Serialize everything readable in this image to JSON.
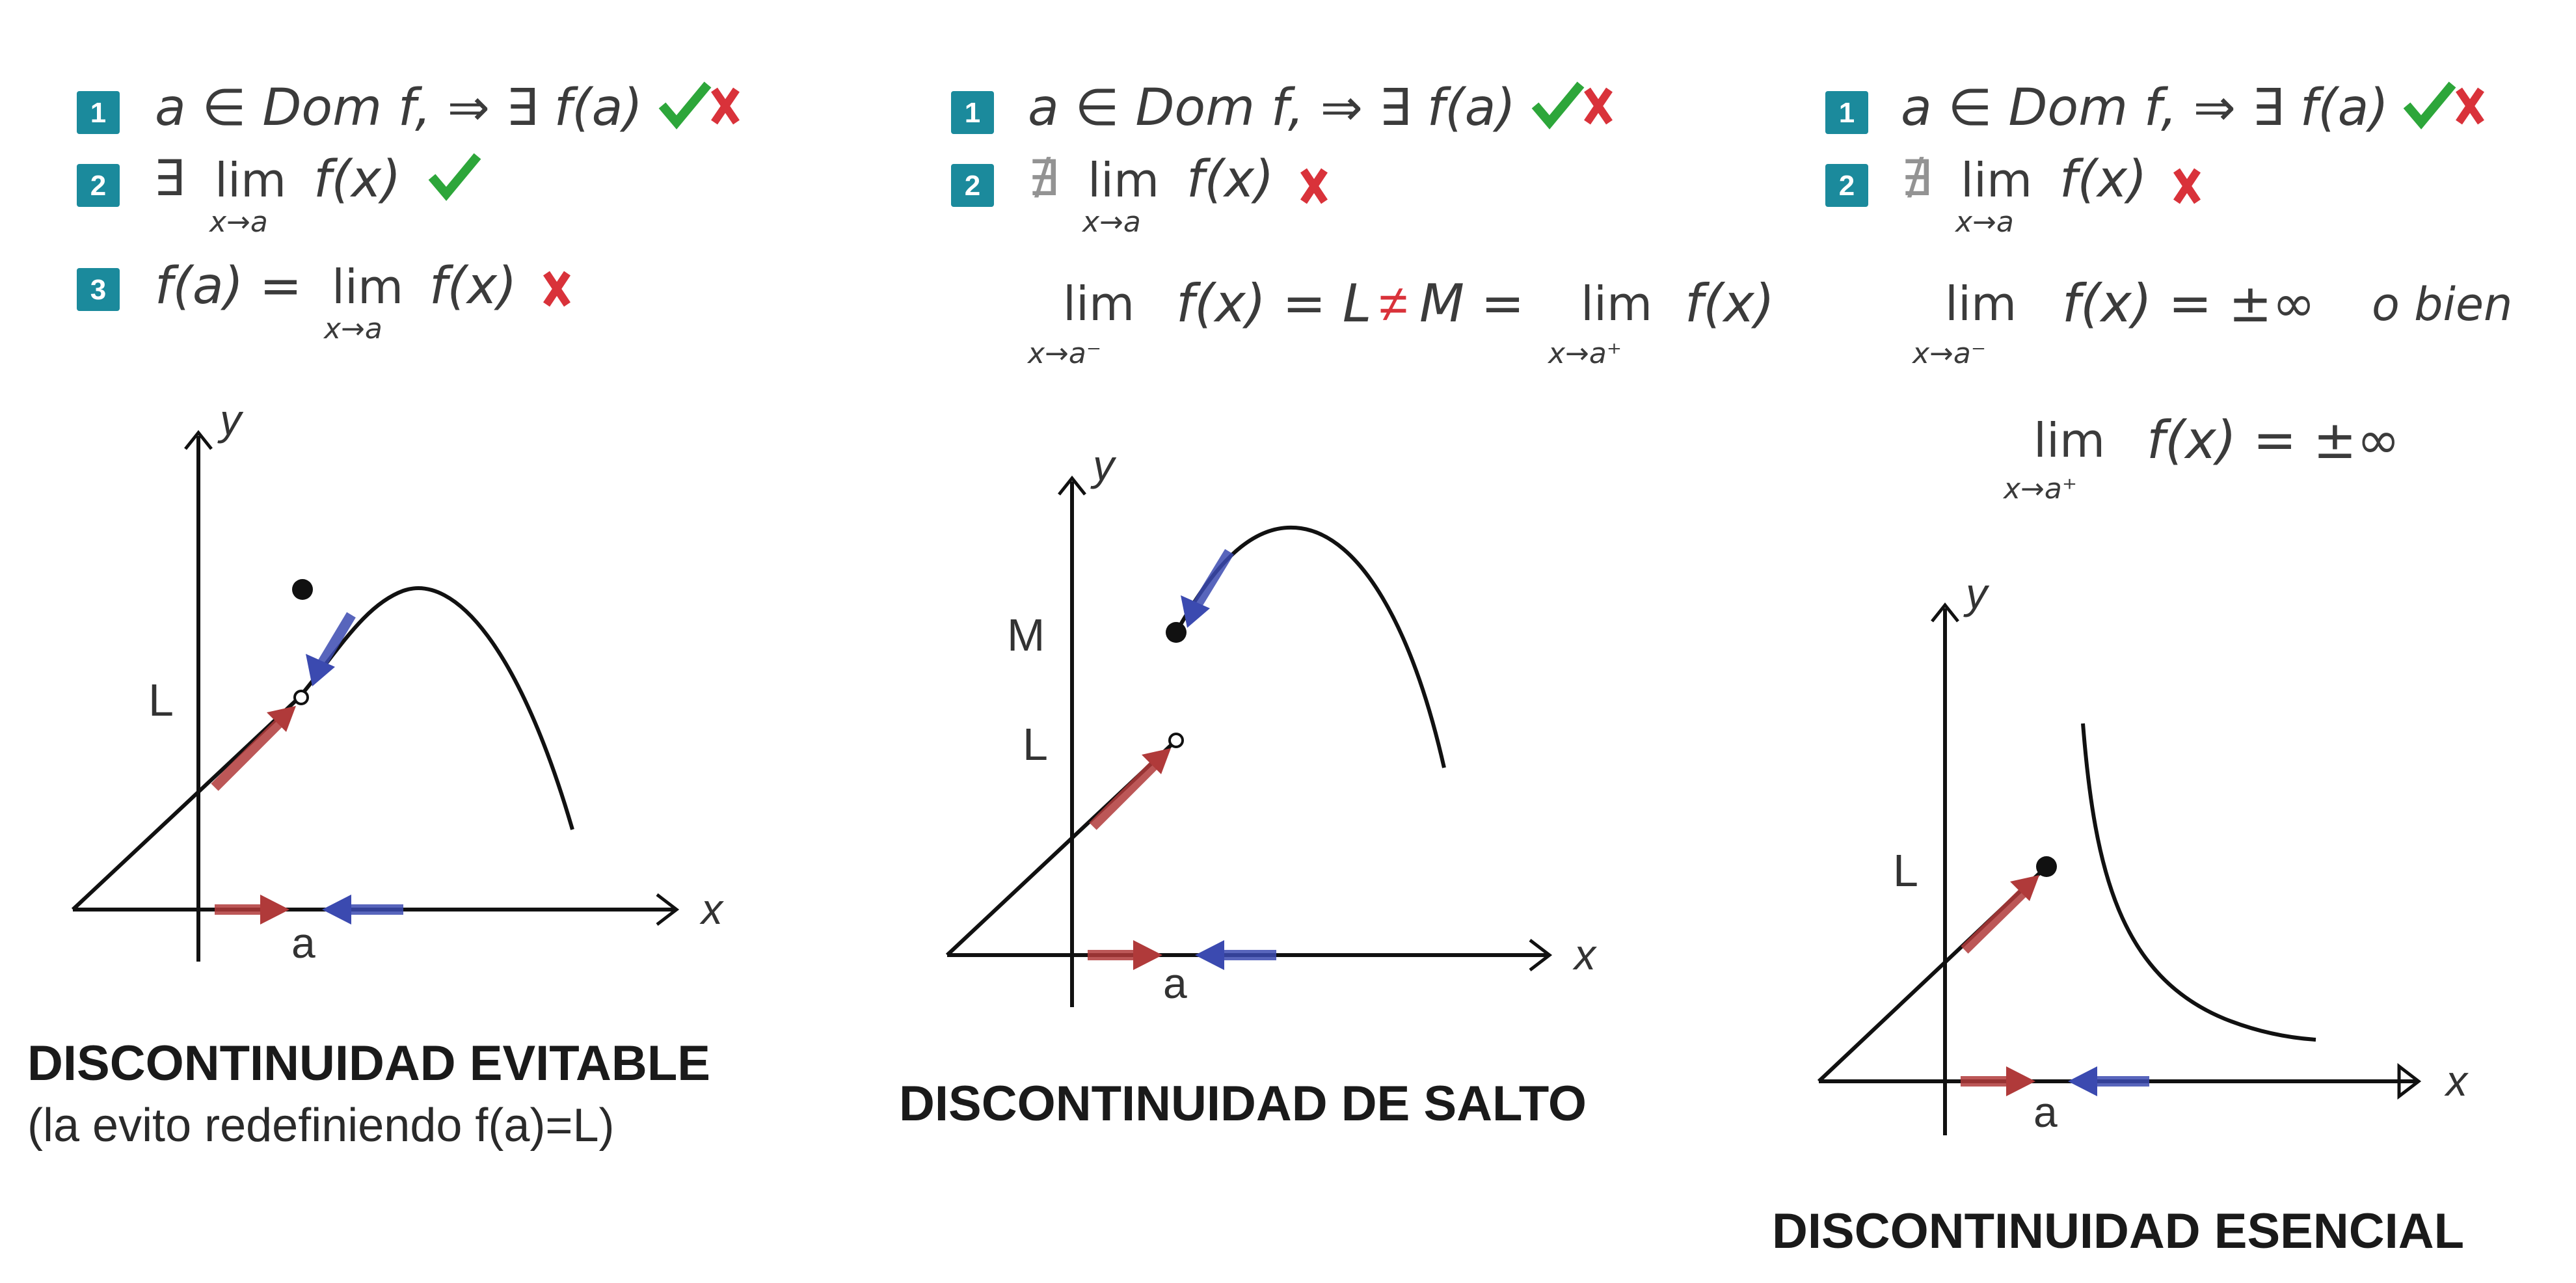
{
  "colors": {
    "badge": "#1b8a9c",
    "check": "#2da63a",
    "cross": "#d9323a",
    "arrow_left_side": "#b03a3a",
    "arrow_right_side": "#3b4ab0",
    "curve": "#111111"
  },
  "panels": [
    {
      "conditions": [
        {
          "badge": "1",
          "text": "a ∈ Dom f, ⇒ ∃ f(a)",
          "marks": [
            "check",
            "cross"
          ]
        },
        {
          "badge": "2",
          "prefix": "∃",
          "lim": "lim",
          "sub": "x→a",
          "expr": "f(x)",
          "marks": [
            "check"
          ]
        },
        {
          "badge": "3",
          "prefix": "f(a) =",
          "lim": "lim",
          "sub": "x→a",
          "expr": "f(x)",
          "marks": [
            "cross"
          ]
        }
      ],
      "graph": {
        "y": "y",
        "x": "x",
        "a": "a",
        "L": "L"
      },
      "title": "DISCONTINUIDAD EVITABLE",
      "subtitle": "(la evito redefiniendo f(a)=L)"
    },
    {
      "conditions": [
        {
          "badge": "1",
          "text": "a ∈ Dom f, ⇒ ∃ f(a)",
          "marks": [
            "check",
            "cross"
          ]
        },
        {
          "badge": "2",
          "prefix": "∄",
          "lim": "lim",
          "sub": "x→a",
          "expr": "f(x)",
          "marks": [
            "cross"
          ]
        }
      ],
      "equation": {
        "lim1": "lim",
        "sub1": "x→a⁻",
        "left": "f(x) = L",
        "neq": "≠",
        "right": "M =",
        "lim2": "lim",
        "sub2": "x→a⁺",
        "expr2": "f(x)"
      },
      "graph": {
        "y": "y",
        "x": "x",
        "a": "a",
        "L": "L",
        "M": "M"
      },
      "title": "DISCONTINUIDAD DE SALTO"
    },
    {
      "conditions": [
        {
          "badge": "1",
          "text": "a ∈ Dom f, ⇒ ∃ f(a)",
          "marks": [
            "check",
            "cross"
          ]
        },
        {
          "badge": "2",
          "prefix": "∄",
          "lim": "lim",
          "sub": "x→a",
          "expr": "f(x)",
          "marks": [
            "cross"
          ]
        }
      ],
      "equation1": {
        "lim": "lim",
        "sub": "x→a⁻",
        "expr": "f(x) = ±∞",
        "tail": "o bien"
      },
      "equation2": {
        "lim": "lim",
        "sub": "x→a⁺",
        "expr": "f(x) = ±∞"
      },
      "graph": {
        "y": "y",
        "x": "x",
        "a": "a",
        "L": "L"
      },
      "title": "DISCONTINUIDAD ESENCIAL"
    }
  ],
  "icons": {
    "check": "check-icon",
    "cross": "cross-icon"
  }
}
